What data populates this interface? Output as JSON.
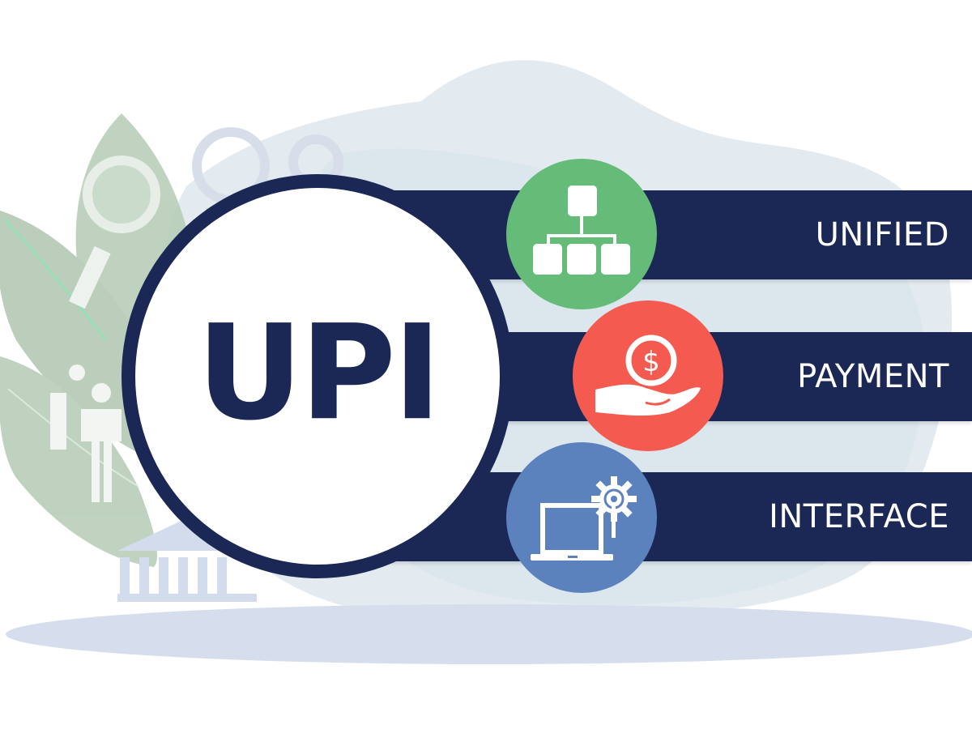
{
  "title": "UPI",
  "expansion": [
    {
      "label": "UNIFIED",
      "icon": "hierarchy-icon",
      "color": "#65bb78"
    },
    {
      "label": "PAYMENT",
      "icon": "coin-in-hand-icon",
      "color": "#f45a4f"
    },
    {
      "label": "INTERFACE",
      "icon": "laptop-gear-icon",
      "color": "#5b82bd"
    }
  ],
  "colors": {
    "navy": "#1b2856",
    "background_blob": "#e3ebf0",
    "ground_shadow": "#d6deee",
    "leaf": "#b8ceb9"
  },
  "decorations": [
    "leaf-icon",
    "magnifier-icon",
    "gear-icon",
    "people-icon",
    "bank-icon"
  ]
}
